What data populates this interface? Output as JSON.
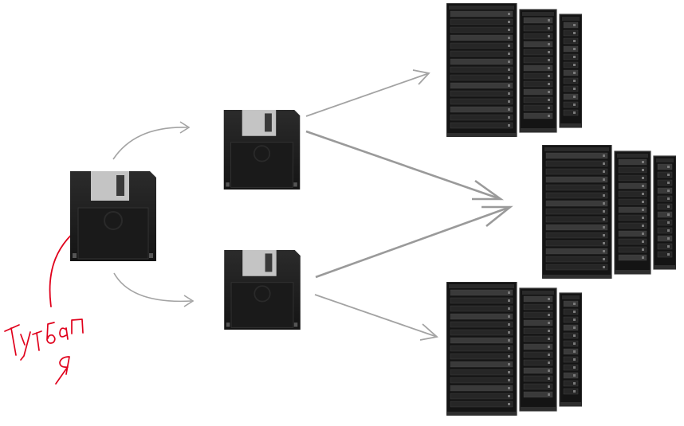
{
  "diagram": {
    "nodes": [
      {
        "id": "source-floppy",
        "kind": "floppy-disk-icon"
      },
      {
        "id": "floppy-top",
        "kind": "floppy-disk-icon"
      },
      {
        "id": "floppy-bottom",
        "kind": "floppy-disk-icon"
      },
      {
        "id": "servers-top",
        "kind": "server-rack-icon"
      },
      {
        "id": "servers-middle",
        "kind": "server-rack-icon"
      },
      {
        "id": "servers-bottom",
        "kind": "server-rack-icon"
      }
    ],
    "edges": [
      {
        "from": "source-floppy",
        "to": "floppy-top"
      },
      {
        "from": "source-floppy",
        "to": "floppy-bottom"
      },
      {
        "from": "floppy-top",
        "to": "servers-top"
      },
      {
        "from": "floppy-top",
        "to": "servers-middle"
      },
      {
        "from": "floppy-bottom",
        "to": "servers-middle"
      },
      {
        "from": "floppy-bottom",
        "to": "servers-bottom"
      }
    ],
    "annotation": {
      "text": "Тут бап я",
      "color": "#e0001b",
      "points_to": "source-floppy"
    },
    "colors": {
      "arrow": "#9a9a9a",
      "disk_body": "#1f1f1f",
      "disk_shutter": "#c4c4c4",
      "rack_body": "#161616"
    }
  }
}
